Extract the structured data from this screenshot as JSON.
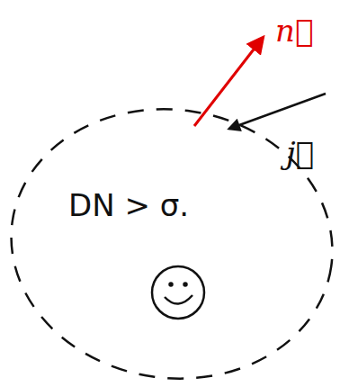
{
  "diagram": {
    "nodes": [
      {
        "text": [
          "DN > σ."
        ]
      }
    ],
    "labels": [
      "n⃗",
      "j⃗"
    ]
  }
}
